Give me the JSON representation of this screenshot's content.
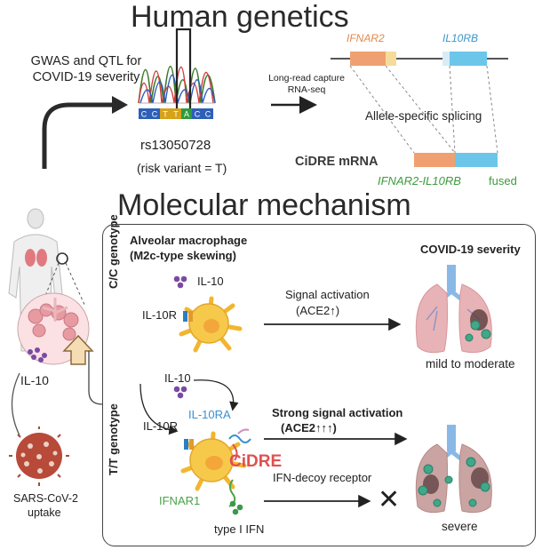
{
  "titles": {
    "human_genetics": "Human genetics",
    "molecular_mechanism": "Molecular mechanism"
  },
  "top": {
    "gwas": "GWAS and QTL for COVID-19 severity",
    "variant_id": "rs13050728",
    "risk_variant": "(risk variant = T)",
    "long_read": "Long-read capture RNA-seq",
    "gene1": "IFNAR2",
    "gene2": "IL10RB",
    "allele_splicing": "Allele-specific splicing",
    "cidre_mrna": "CiDRE mRNA",
    "fused_genes": "IFNAR2-IL10RB",
    "fused_word": "fused",
    "sequence_bases": [
      "C",
      "C",
      "T",
      "T",
      "A",
      "C",
      "C"
    ]
  },
  "panel": {
    "alveolar_1": "Alveolar macrophage",
    "alveolar_2": "(M2c-type skewing)",
    "covid_severity": "COVID-19 severity",
    "cc_genotype": "C/C genotype",
    "tt_genotype": "T/T genotype",
    "il10": "IL-10",
    "il10r": "IL-10R",
    "signal_activation": "Signal activation",
    "ace2_up": "(ACE2↑)",
    "mild": "mild to moderate",
    "il10_tt": "IL-10",
    "il10ra": "IL-10RA",
    "il10r_tt": "IL-10R",
    "strong_signal": "Strong signal activation",
    "ace2_up3": "(ACE2↑↑↑)",
    "cidre": "CiDRE",
    "ifn_decoy": "IFN-decoy receptor",
    "ifnar1": "IFNAR1",
    "type1_ifn": "type I IFN",
    "severe": "severe",
    "x_mark": "✕"
  },
  "side": {
    "il10": "IL-10",
    "sars_line1": "SARS-CoV-2",
    "sars_line2": "uptake"
  },
  "colors": {
    "ifnar2": "#f0a070",
    "il10rb": "#6cc6ea",
    "cidre": "#e05050",
    "ifnar1": "#4aa34a",
    "il10ra": "#3a8fd0",
    "macrophage": "#f6c94a",
    "lung": "#e8b3b6",
    "virus": "#c45a46"
  }
}
